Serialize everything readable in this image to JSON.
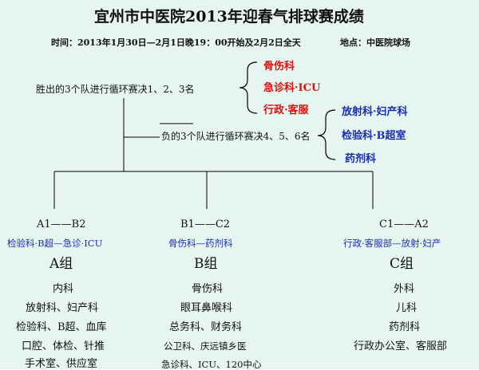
{
  "title": "宜州市中医院2013年迎春气排球赛成绩",
  "info": {
    "time": "时间：2013年1月30日—2月1日晚19：00开始及2月2日全天",
    "place": "地点：中医院球场"
  },
  "bracket": {
    "winners_label": "胜出的3个队进行循环赛决1、2、3名",
    "winners": [
      "骨伤科",
      "急诊科·ICU",
      "行政·客服"
    ],
    "losers_label": "负的3个队进行循环赛决4、5、6名",
    "losers": [
      "放射科·妇产科",
      "检验科·B超室",
      "药剂科"
    ]
  },
  "groups": [
    {
      "match": "A1——B2",
      "sub": "检验科·B超—急诊·ICU",
      "name": "A组",
      "members": [
        "内科",
        "放射科、妇产科",
        "检验科、B超、血库",
        "口腔、体检、针推",
        "手术室、供应室"
      ]
    },
    {
      "match": "B1——C2",
      "sub": "骨伤科—药剂科",
      "name": "B组",
      "members": [
        "骨伤科",
        "眼耳鼻喉科",
        "总务科、财务科",
        "公卫科、庆远镇乡医",
        "急诊科、ICU、120中心"
      ]
    },
    {
      "match": "C1——A2",
      "sub": "行政·客服部—放射·妇产",
      "name": "C组",
      "members": [
        "外科",
        "儿科",
        "药剂科",
        "行政办公室、客服部"
      ]
    }
  ]
}
